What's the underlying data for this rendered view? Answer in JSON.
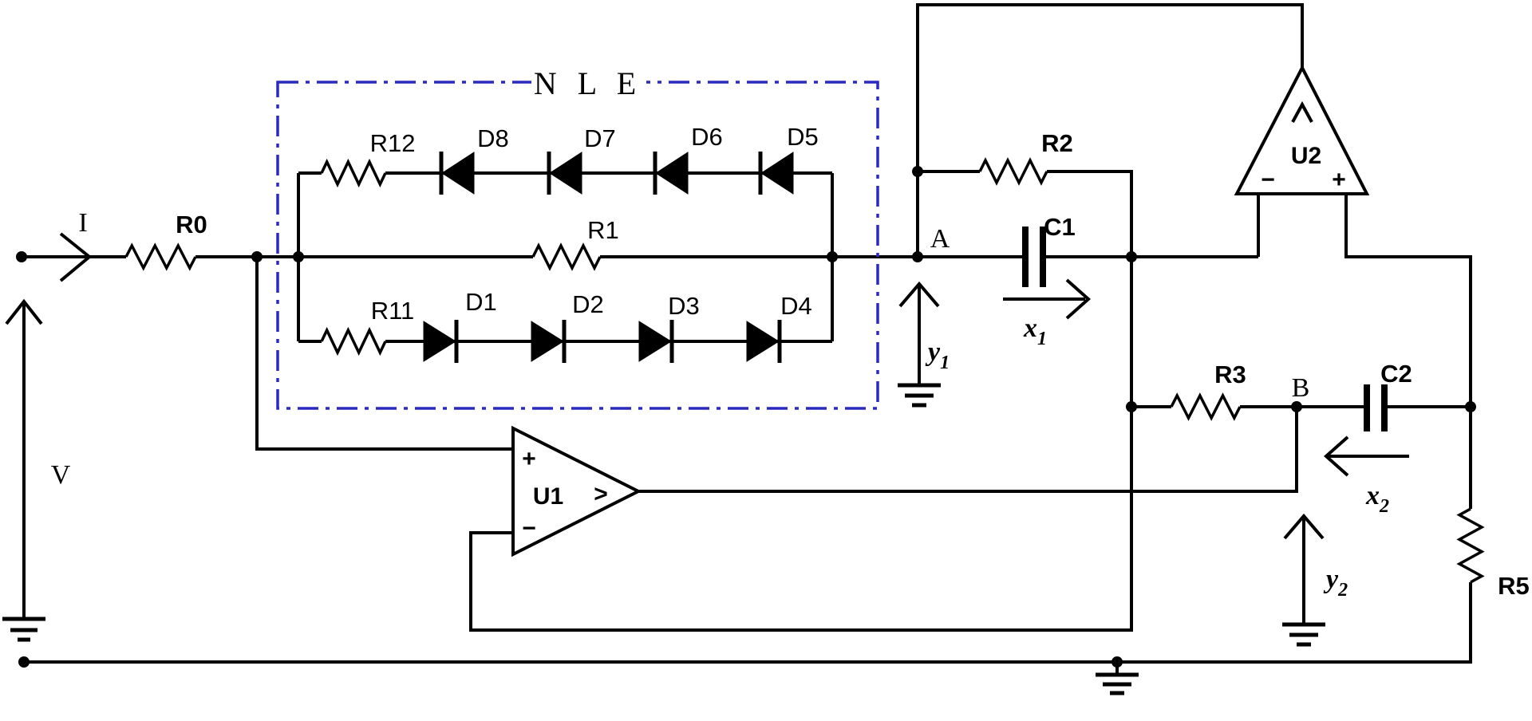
{
  "colors": {
    "wire": "#000000",
    "nle_border": "#2a2abf",
    "nle_label": "#3d3dab",
    "background": "#ffffff"
  },
  "port": {
    "current": "I",
    "voltage": "V",
    "resistor": "R0"
  },
  "nle": {
    "label": "N L E",
    "top": {
      "resistor": "R12",
      "diodes": [
        "D8",
        "D7",
        "D6",
        "D5"
      ]
    },
    "middle": {
      "resistor": "R1"
    },
    "bottom": {
      "resistor": "R11",
      "diodes": [
        "D1",
        "D2",
        "D3",
        "D4"
      ]
    }
  },
  "nodes": {
    "a": "A",
    "b": "B"
  },
  "rc": {
    "r2": "R2",
    "c1": "C1",
    "r3": "R3",
    "c2": "C2",
    "r5": "R5"
  },
  "opamps": {
    "u1": {
      "name": "U1",
      "plus": "+",
      "minus": "−",
      "out": ">"
    },
    "u2": {
      "name": "U2",
      "plus": "+",
      "minus": "−"
    }
  },
  "signals": {
    "x1": {
      "base": "x",
      "sub": "1"
    },
    "y1": {
      "base": "y",
      "sub": "1"
    },
    "x2": {
      "base": "x",
      "sub": "2"
    },
    "y2": {
      "base": "y",
      "sub": "2"
    }
  }
}
